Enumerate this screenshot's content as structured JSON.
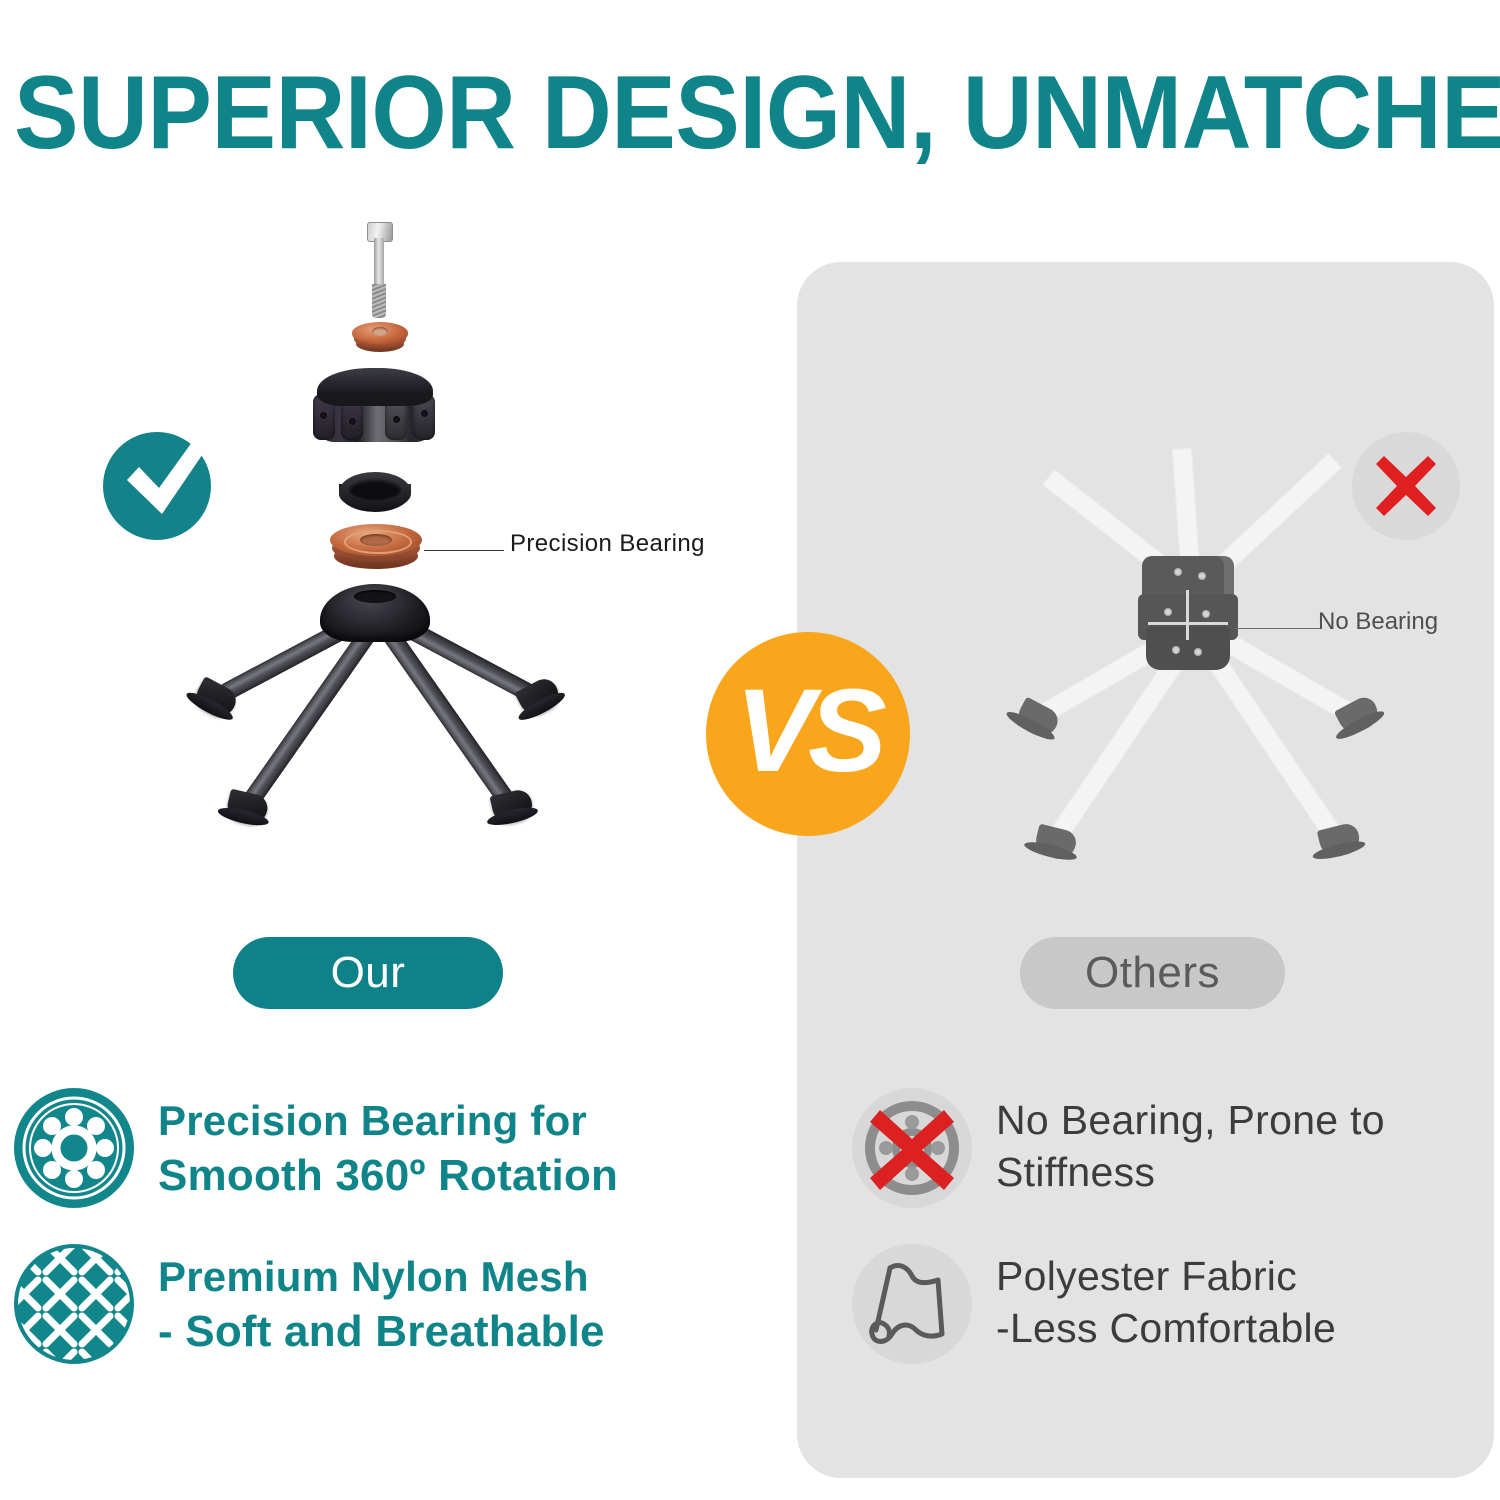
{
  "header": {
    "title": "SUPERIOR DESIGN, UNMATCHED COMFORT",
    "title_color": "#108589"
  },
  "comparison": {
    "vs_badge": {
      "label": "VS",
      "color": "#F9A61C",
      "text_color": "#FFFFFF"
    },
    "our": {
      "pill_label": "Our",
      "pill_color": "#0F8289",
      "pill_text_color": "#FFFFFF",
      "badge_icon": "check-icon",
      "badge_color": "#138289",
      "callout_label": "Precision Bearing",
      "callout_text_color": "#1A1A1A",
      "parts": [
        {
          "name": "bolt",
          "label": "Hex Bolt"
        },
        {
          "name": "small-copper-bearing",
          "label": "Copper Thrust Washer"
        },
        {
          "name": "hub",
          "label": "Black Star Hub"
        },
        {
          "name": "spacer-ring",
          "label": "Black Spacer Ring"
        },
        {
          "name": "large-copper-bearing",
          "label": "Precision Bearing"
        },
        {
          "name": "tripod-base",
          "label": "Four-Leg Base"
        }
      ]
    },
    "others": {
      "pill_label": "Others",
      "pill_color": "#C8C8C8",
      "pill_text_color": "#5B5B5B",
      "badge_icon": "cross-icon",
      "badge_color": "#D9D9D9",
      "badge_mark_color": "#E02020",
      "callout_label": "No Bearing",
      "callout_text_color": "#4F4F4F",
      "panel_color": "#E3E3E3"
    }
  },
  "features": {
    "our": [
      {
        "icon": "ball-bearing-icon",
        "icon_bg": "#11868B",
        "line1": "Precision Bearing for",
        "line2": "Smooth 360º Rotation",
        "text_color": "#108589"
      },
      {
        "icon": "woven-mesh-icon",
        "icon_bg": "#11868B",
        "line1": "Premium Nylon Mesh",
        "line2": "- Soft and Breathable",
        "text_color": "#108589"
      }
    ],
    "others": [
      {
        "icon": "no-bearing-icon",
        "icon_bg": "#D8D8D8",
        "line1": "No Bearing, Prone to",
        "line2": "Stiffness",
        "text_color": "#3C3C3C"
      },
      {
        "icon": "fabric-roll-icon",
        "icon_bg": "#D8D8D8",
        "line1": "Polyester Fabric",
        "line2": "-Less Comfortable",
        "text_color": "#3C3C3C"
      }
    ]
  }
}
